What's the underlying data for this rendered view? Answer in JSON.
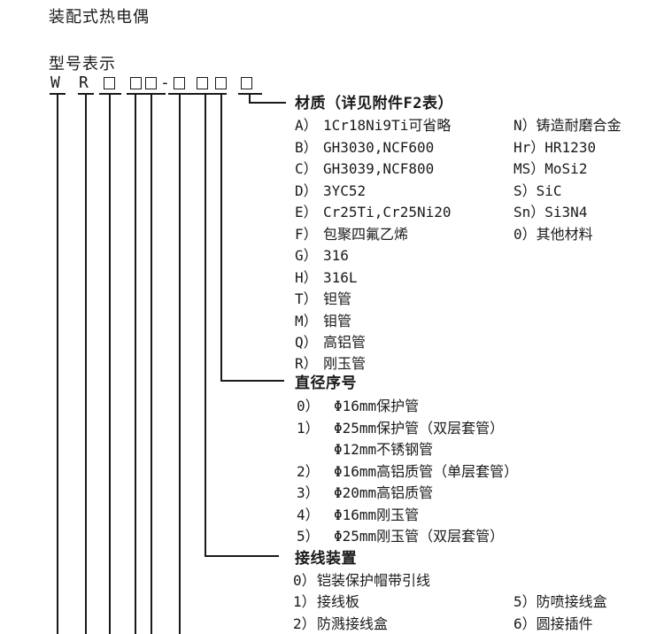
{
  "doc": {
    "title": "装配式热电偶",
    "subtitle": "型号表示"
  },
  "model_code": {
    "letter1": "W",
    "letter2": "R",
    "dash": "-"
  },
  "sections": {
    "material": {
      "heading": "材质（详见附件F2表）",
      "items": [
        {
          "code": "A）",
          "text": "1Cr18Ni9Ti可省略",
          "code2": "N）",
          "text2": "铸造耐磨合金"
        },
        {
          "code": "B）",
          "text": "GH3030,NCF600",
          "code2": "Hr）",
          "text2": "HR1230"
        },
        {
          "code": "C）",
          "text": "GH3039,NCF800",
          "code2": "MS）",
          "text2": "MoSi2"
        },
        {
          "code": "D）",
          "text": "3YC52",
          "code2": "S）",
          "text2": "SiC"
        },
        {
          "code": "E）",
          "text": "Cr25Ti,Cr25Ni20",
          "code2": "Sn）",
          "text2": "Si3N4"
        },
        {
          "code": "F）",
          "text": "包聚四氟乙烯",
          "code2": "0）",
          "text2": "其他材料"
        },
        {
          "code": "G）",
          "text": "316"
        },
        {
          "code": "H）",
          "text": "316L"
        },
        {
          "code": "T）",
          "text": "钽管"
        },
        {
          "code": "M）",
          "text": "钼管"
        },
        {
          "code": "Q）",
          "text": "高铝管"
        },
        {
          "code": "R）",
          "text": "刚玉管"
        }
      ]
    },
    "diameter": {
      "heading": "直径序号",
      "items": [
        {
          "code": "0）",
          "text": "Φ16mm保护管"
        },
        {
          "code": "1）",
          "text": "Φ25mm保护管（双层套管）"
        },
        {
          "code": "",
          "text": "Φ12mm不锈钢管"
        },
        {
          "code": "2）",
          "text": "Φ16mm高铝质管（单层套管）"
        },
        {
          "code": "3）",
          "text": "Φ20mm高铝质管"
        },
        {
          "code": "4）",
          "text": "Φ16mm刚玉管"
        },
        {
          "code": "5）",
          "text": "Φ25mm刚玉管（双层套管）"
        }
      ]
    },
    "wiring": {
      "heading": "接线装置",
      "items": [
        {
          "code": "0）",
          "text": "铠装保护帽带引线"
        },
        {
          "code": "1）",
          "text": "接线板",
          "code2": "5）",
          "text2": "防喷接线盒"
        },
        {
          "code": "2）",
          "text": "防溅接线盒",
          "code2": "6）",
          "text2": "圆接插件"
        }
      ]
    }
  }
}
